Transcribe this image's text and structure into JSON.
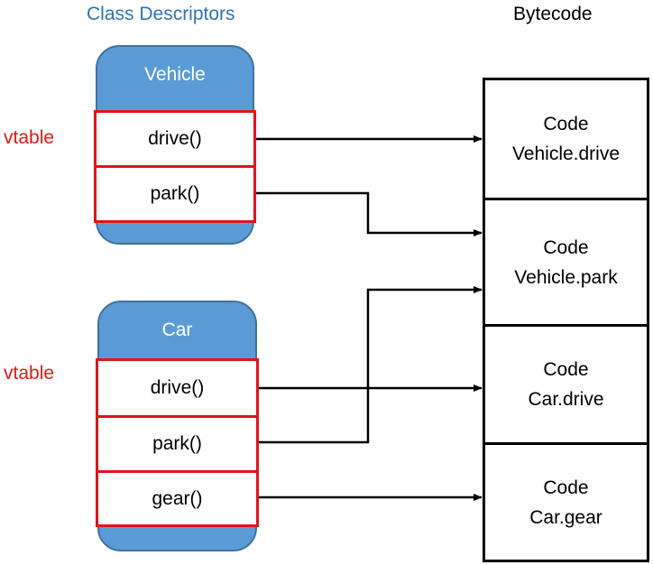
{
  "headers": {
    "class_descriptors": "Class Descriptors",
    "bytecode": "Bytecode"
  },
  "vtable_labels": [
    "vtable",
    "vtable"
  ],
  "vehicle": {
    "title": "Vehicle",
    "slots": [
      "drive()",
      "park()"
    ]
  },
  "car": {
    "title": "Car",
    "slots": [
      "drive()",
      "park()",
      "gear()"
    ]
  },
  "code_blocks": [
    {
      "line1": "Code",
      "line2": "Vehicle.drive"
    },
    {
      "line1": "Code",
      "line2": "Vehicle.park"
    },
    {
      "line1": "Code",
      "line2": "Car.drive"
    },
    {
      "line1": "Code",
      "line2": "Car.gear"
    }
  ],
  "colors": {
    "header_blue": "#2e75b6",
    "vtable_red": "#e01a1a",
    "descriptor_fill": "#5b9bd5",
    "slot_border": "#e0141e"
  }
}
